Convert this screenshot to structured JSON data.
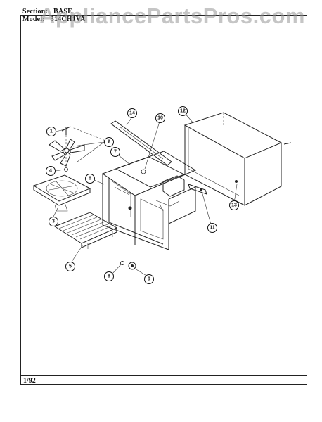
{
  "header": {
    "section_label": "Section:",
    "section_value": "BASE",
    "model_label": "Model:",
    "model_value": "314CH1VA"
  },
  "watermark": "AppliancePartsPros.com",
  "footer": {
    "code": "1/92"
  },
  "callouts": [
    {
      "id": "c1",
      "label": "1"
    },
    {
      "id": "c2",
      "label": "2"
    },
    {
      "id": "c3",
      "label": "3"
    },
    {
      "id": "c4",
      "label": "4"
    },
    {
      "id": "c5",
      "label": "5"
    },
    {
      "id": "c6",
      "label": "6"
    },
    {
      "id": "c7",
      "label": "7"
    },
    {
      "id": "c8",
      "label": "8"
    },
    {
      "id": "c9",
      "label": "9"
    },
    {
      "id": "c10",
      "label": "10"
    },
    {
      "id": "c11",
      "label": "11"
    },
    {
      "id": "c12",
      "label": "12"
    },
    {
      "id": "c13",
      "label": "13"
    },
    {
      "id": "c14",
      "label": "14"
    }
  ]
}
